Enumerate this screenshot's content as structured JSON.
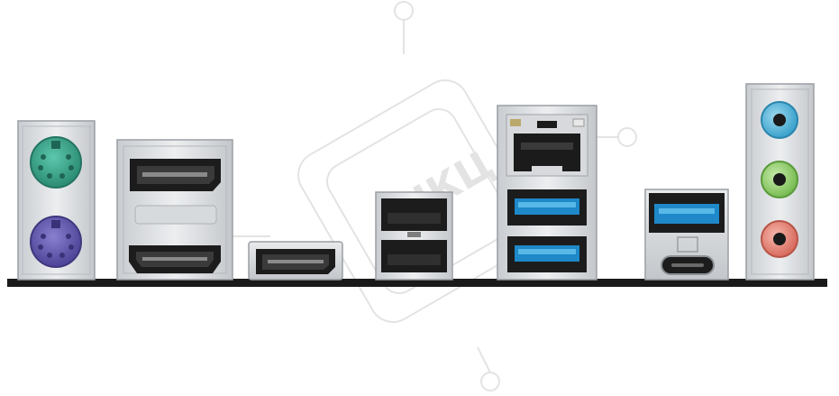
{
  "watermark": {
    "text": "НКЦ",
    "color": "#e3e3e3"
  },
  "io_panel": {
    "ports": [
      {
        "name": "ps2-mouse-port",
        "color": "#3aa88f"
      },
      {
        "name": "ps2-keyboard-port",
        "color": "#6a5fb4"
      },
      {
        "name": "displayport-upper"
      },
      {
        "name": "hdmi-port"
      },
      {
        "name": "displayport-lower"
      },
      {
        "name": "usb2-port-upper"
      },
      {
        "name": "usb2-port-lower"
      },
      {
        "name": "rj45-ethernet-port"
      },
      {
        "name": "usb3-port-upper",
        "color": "#1e88c8"
      },
      {
        "name": "usb3-port-lower",
        "color": "#1e88c8"
      },
      {
        "name": "usb3-port-single",
        "color": "#1e88c8"
      },
      {
        "name": "usb-type-c-port"
      },
      {
        "name": "audio-line-in-jack",
        "color": "#5bb8d8"
      },
      {
        "name": "audio-line-out-jack",
        "color": "#8fcf6a"
      },
      {
        "name": "audio-mic-jack",
        "color": "#e8867a"
      }
    ]
  }
}
